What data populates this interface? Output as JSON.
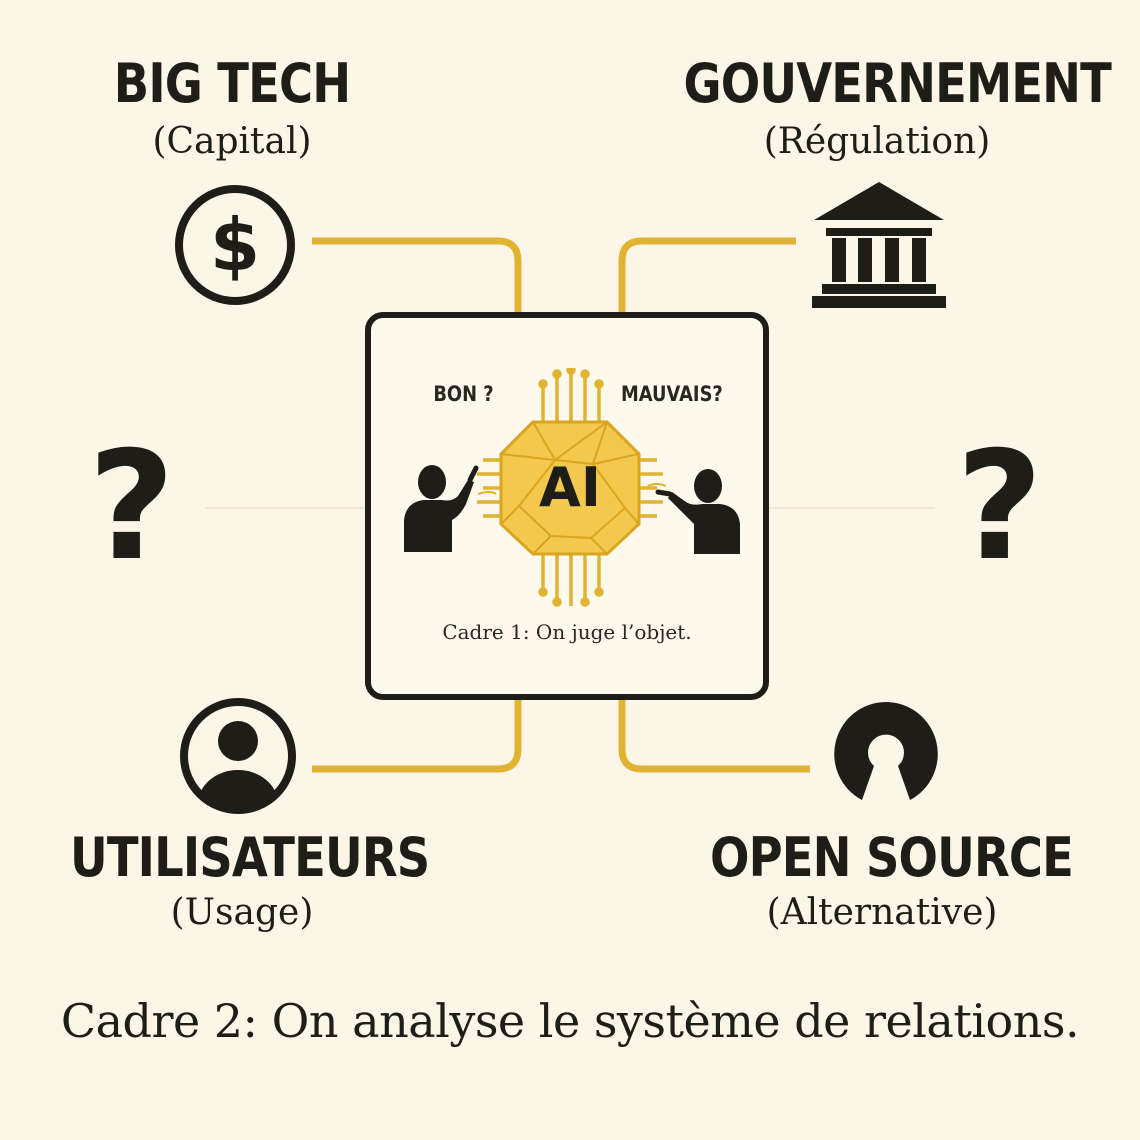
{
  "actors": {
    "top_left": {
      "name": "BIG TECH",
      "role": "(Capital)",
      "icon": "dollar-icon"
    },
    "top_right": {
      "name": "GOUVERNEMENT",
      "role": "(Régulation)",
      "icon": "bank-icon"
    },
    "bottom_left": {
      "name": "UTILISATEURS",
      "role": "(Usage)",
      "icon": "user-icon"
    },
    "bottom_right": {
      "name": "OPEN SOURCE",
      "role": "(Alternative)",
      "icon": "open-source-icon"
    }
  },
  "side_marks": {
    "left": "?",
    "right": "?"
  },
  "center": {
    "left_question": "BON ?",
    "right_question": "MAUVAIS?",
    "chip_label": "AI",
    "caption": "Cadre 1: On juge l’objet."
  },
  "footer": {
    "caption": "Cadre 2: On analyse le système de relations."
  },
  "colors": {
    "background": "#fbf6e7",
    "ink": "#1f1d18",
    "accent": "#e2b331",
    "chip_fill": "#f2c94c"
  }
}
